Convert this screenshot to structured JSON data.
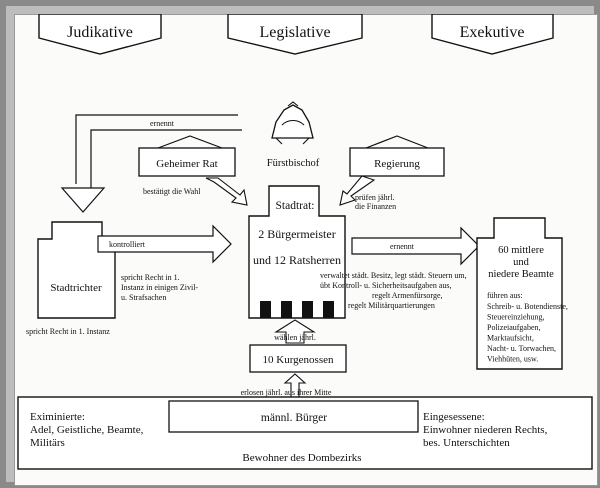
{
  "branches": {
    "judikative": "Judikative",
    "legislative": "Legislative",
    "exekutive": "Exekutive"
  },
  "nodes": {
    "fuerstbischof": "Fürstbischof",
    "geheimer_rat": "Geheimer Rat",
    "regierung": "Regierung",
    "stadtrat_title": "Stadtrat:",
    "stadtrat_line1": "2 Bürgermeister",
    "stadtrat_line2": "und 12 Ratsherren",
    "stadtrichter": "Stadtrichter",
    "beamte_line1": "60 mittlere",
    "beamte_line2": "und",
    "beamte_line3": "niedere Beamte",
    "kurgenossen": "10 Kurgenossen",
    "buerger": "männl. Bürger"
  },
  "labels": {
    "ernennt_top": "ernennt",
    "bestaetigt": "bestätigt die Wahl",
    "prueft_1": "prüfen jährl.",
    "prueft_2": "die Finanzen",
    "kontrolliert": "kontrolliert",
    "ernennt_right": "ernennt",
    "spricht1_1": "spricht Recht in 1.",
    "spricht1_2": "Instanz in einigen Zivil-",
    "spricht1_3": "u. Strafsachen",
    "spricht2": "spricht Recht in 1. Instanz",
    "verwaltet_1": "verwaltet städt. Besitz, legt städt. Steuern um,",
    "verwaltet_2": "übt Kontroll- u. Sicherheitsaufgaben aus,",
    "verwaltet_3": "regelt Armenfürsorge,",
    "verwaltet_4": "regelt Militärquartierungen",
    "waehlen": "wählen jährl.",
    "erlosen": "erlosen jährl. aus ihrer Mitte"
  },
  "beamte_tasks": {
    "header": "führen aus:",
    "items": [
      "Schreib- u. Botendienste,",
      "Steuereinziehung,",
      "Polizeiaufgaben,",
      "Marktaufsicht,",
      "Nacht- u. Torwachen,",
      "Viehhüten, usw."
    ]
  },
  "bottom": {
    "eximierte": [
      "Eximinierte:",
      "Adel, Geistliche, Beamte,",
      "Militärs"
    ],
    "eingesessene": [
      "Eingesessene:",
      "Einwohner niederen Rechts,",
      "bes. Unterschichten"
    ],
    "bewohner": "Bewohner des Dombezirks"
  },
  "icons": {
    "bishop": "mitre-icon"
  }
}
